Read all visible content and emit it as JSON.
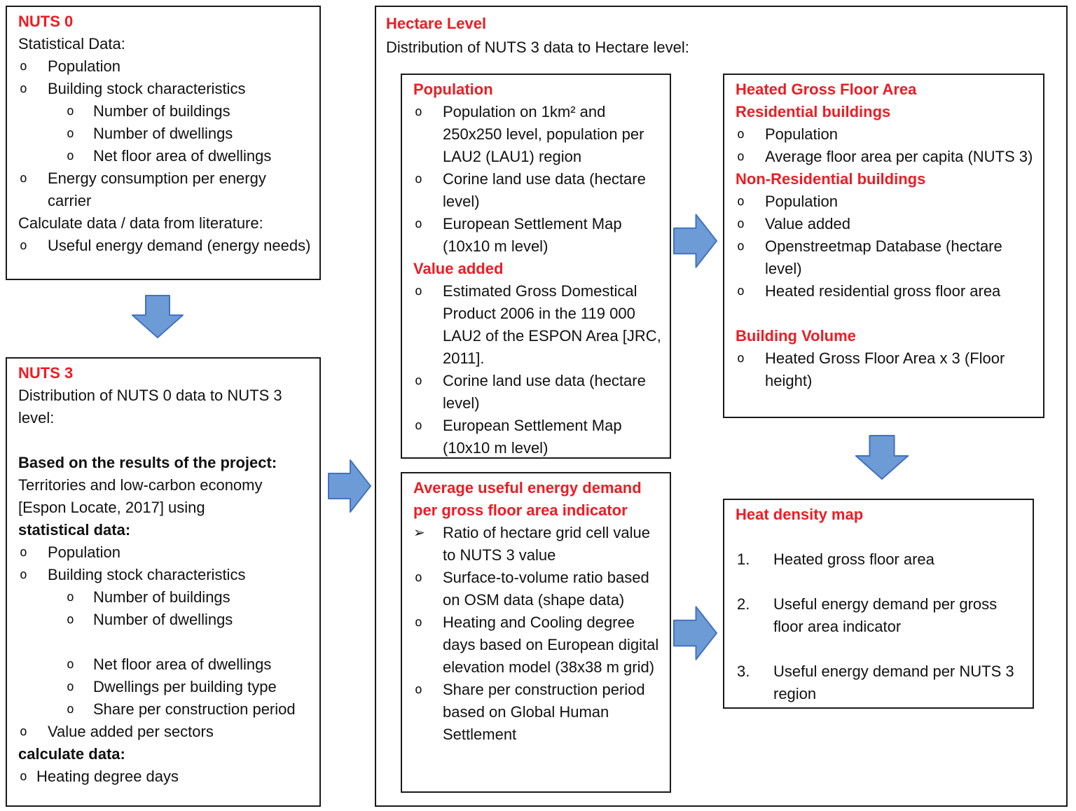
{
  "colors": {
    "title_red": "#ED1C24",
    "arrow_fill": "#6D9BD5",
    "arrow_stroke": "#4472C4",
    "border_color": "#1A1A1A"
  },
  "glyphs": {
    "circle": "o",
    "arrow": "➢"
  },
  "nuts0": {
    "lines": [
      "NUTS 0",
      "Statistical Data:",
      "Population",
      "Building stock characteristics",
      "Number of buildings",
      "Number of dwellings",
      "Net floor area of dwellings",
      "Energy consumption per energy carrier",
      "Calculate data / data from literature:",
      "Useful energy demand (energy needs)"
    ]
  },
  "nuts3": {
    "lines": [
      "NUTS 3",
      "Distribution of NUTS 0 data to NUTS 3 level:",
      "Based on the results of the project:",
      "Territories and low-carbon economy",
      "[Espon Locate, 2017] using",
      "statistical data:",
      "Population",
      "Building stock characteristics",
      "Number of buildings",
      "Number of dwellings",
      "Net floor area of dwellings",
      "Dwellings per building type",
      "Share per construction period",
      "Value added per sectors",
      "calculate data:",
      "Heating degree days"
    ]
  },
  "hectare": {
    "title": "Hectare Level",
    "subtitle": "Distribution of NUTS 3 data to Hectare level:"
  },
  "population_box": {
    "lines": [
      "Population",
      "Population on 1km² and 250x250 level, population per LAU2 (LAU1) region",
      "Corine land use data (hectare level)",
      "European Settlement Map (10x10 m level)",
      "Value added",
      "Estimated Gross Domestical Product 2006 in the 119 000 LAU2 of the ESPON Area [JRC, 2011].",
      "Corine land use data (hectare level)",
      "European Settlement Map (10x10 m level)"
    ]
  },
  "avg_demand_box": {
    "lines": [
      "Average useful energy demand per gross floor area indicator",
      "Ratio of hectare grid cell value to NUTS 3 value",
      "Surface-to-volume ratio based on OSM data (shape data)",
      "Heating and Cooling degree days based on European digital elevation model (38x38 m grid)",
      "Share per construction period based on Global Human Settlement"
    ]
  },
  "hgfa_box": {
    "lines": [
      "Heated Gross Floor Area",
      "Residential buildings",
      "Population",
      "Average floor area per capita (NUTS 3)",
      "Non-Residential buildings",
      "Population",
      "Value added",
      "Openstreetmap Database (hectare level)",
      "Heated residential gross floor area",
      "Building Volume",
      "Heated Gross Floor Area x 3 (Floor height)"
    ]
  },
  "heat_density_box": {
    "title": "Heat density map",
    "items": [
      {
        "num": "1.",
        "text": "Heated gross floor area"
      },
      {
        "num": "2.",
        "text": "Useful energy demand per gross floor area indicator"
      },
      {
        "num": "3.",
        "text": "Useful energy demand per NUTS 3 region"
      }
    ]
  }
}
